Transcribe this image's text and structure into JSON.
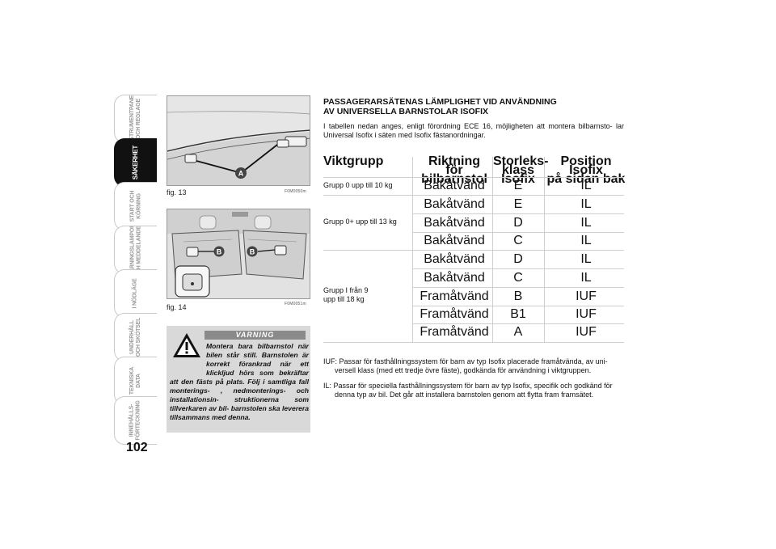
{
  "side_tabs": [
    {
      "line1": "INSTRUMENTPANEL",
      "line2": "OCH REGLAGE",
      "active": false
    },
    {
      "line1": "SÄKERHET",
      "line2": "",
      "active": true
    },
    {
      "line1": "START OCH",
      "line2": "KÖRNING",
      "active": false
    },
    {
      "line1": "VARNINGSLAMPOR",
      "line2": "OCH MEDDELANDEN",
      "active": false
    },
    {
      "line1": "I NÖDLÄGE",
      "line2": "",
      "active": false
    },
    {
      "line1": "UNDERHÅLL",
      "line2": "OCH SKÖTSEL",
      "active": false
    },
    {
      "line1": "TEKNISKA",
      "line2": "DATA",
      "active": false
    },
    {
      "line1": "INNEHÅLLS-",
      "line2": "FÖRTECKNING",
      "active": false
    }
  ],
  "page_number": "102",
  "figures": {
    "fig13": {
      "caption": "fig. 13",
      "code": "F0M0050m",
      "label": "A"
    },
    "fig14": {
      "caption": "fig. 14",
      "code": "F0M0051m",
      "label_left": "B",
      "label_right": "B"
    }
  },
  "warning": {
    "title": "VARNING",
    "text": "Montera bara bilbarnstol när bilen står still. Barnstolen är korrekt förankrad när ett klickljud hörs som bekräftar att den fästs på plats. Följ i samtliga fall monterings- , nedmonterings- och installationsin- struktionerna som tillverkaren av bil- barnstolen ska leverera tillsammans med denna."
  },
  "heading_line1": "PASSAGERARSÄTENAS LÄMPLIGHET VID ANVÄNDNING",
  "heading_line2": "AV UNIVERSELLA BARNSTOLAR ISOFIX",
  "intro": "I tabellen nedan anges, enligt förordning ECE 16, möjligheten att montera bilbarnsto- lar Universal Isofix i säten med Isofix fästanordningar.",
  "table": {
    "headers": {
      "weight": "Viktgrupp",
      "direction_1": "Riktning",
      "direction_2": "för bilbarnstol",
      "size_1": "Storleks-",
      "size_2": "klass Isofix",
      "position_1": "Position Isofix",
      "position_2": "på sidan bak"
    },
    "groups": [
      {
        "label_1": "Grupp 0 upp till 10 kg",
        "label_2": ""
      },
      {
        "label_1": "Grupp 0+ upp till 13 kg",
        "label_2": ""
      },
      {
        "label_1": "Grupp I från 9",
        "label_2": "upp till 18 kg"
      }
    ],
    "rows": [
      {
        "direction": "Bakåtvänd",
        "size": "E",
        "position": "IL"
      },
      {
        "direction": "Bakåtvänd",
        "size": "E",
        "position": "IL"
      },
      {
        "direction": "Bakåtvänd",
        "size": "D",
        "position": "IL"
      },
      {
        "direction": "Bakåtvänd",
        "size": "C",
        "position": "IL"
      },
      {
        "direction": "Bakåtvänd",
        "size": "D",
        "position": "IL"
      },
      {
        "direction": "Bakåtvänd",
        "size": "C",
        "position": "IL"
      },
      {
        "direction": "Framåtvänd",
        "size": "B",
        "position": "IUF"
      },
      {
        "direction": "Framåtvänd",
        "size": "B1",
        "position": "IUF"
      },
      {
        "direction": "Framåtvänd",
        "size": "A",
        "position": "IUF"
      }
    ]
  },
  "notes": {
    "iuf": "IUF: Passar för fasthållningssystem för barn av typ Isofix placerade framåtvända, av uni- versell klass (med ett tredje övre fäste), godkända för användning i viktgruppen.",
    "il": "IL: Passar för speciella fasthållningssystem för barn av typ Isofix, specifik och godkänd för denna typ av bil. Det går att installera barnstolen genom att flytta fram framsätet."
  },
  "colors": {
    "active_tab": "#111111",
    "warning_bg": "#d9d9d9",
    "warning_title_bg": "#8a8a8a"
  }
}
